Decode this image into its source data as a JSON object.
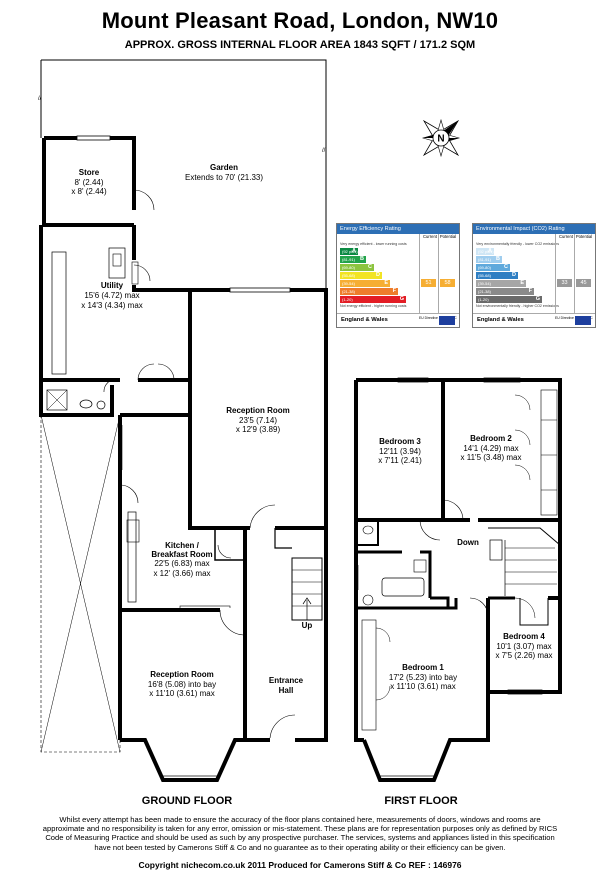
{
  "header": {
    "title": "Mount Pleasant Road, London, NW10",
    "subtitle": "APPROX. GROSS INTERNAL FLOOR AREA 1843 SQFT / 171.2 SQM"
  },
  "rooms": {
    "store": {
      "name": "Store",
      "l1": "8' (2.44)",
      "l2": "x 8' (2.44)"
    },
    "garden": {
      "name": "Garden",
      "l1": "Extends to 70' (21.33)"
    },
    "utility": {
      "name": "Utility",
      "l1": "15'6 (4.72) max",
      "l2": "x 14'3 (4.34) max"
    },
    "reception_rear": {
      "name": "Reception Room",
      "l1": "23'5 (7.14)",
      "l2": "x 12'9 (3.89)"
    },
    "kitchen": {
      "name": "Kitchen /",
      "name2": "Breakfast Room",
      "l1": "22'5 (6.83) max",
      "l2": "x 12' (3.66) max"
    },
    "reception_front": {
      "name": "Reception Room",
      "l1": "16'8 (5.08) into bay",
      "l2": "x 11'10 (3.61) max"
    },
    "entrance": {
      "name": "Entrance",
      "name2": "Hall"
    },
    "up": "Up",
    "bedroom3": {
      "name": "Bedroom 3",
      "l1": "12'11 (3.94)",
      "l2": "x 7'11 (2.41)"
    },
    "bedroom2": {
      "name": "Bedroom 2",
      "l1": "14'1 (4.29) max",
      "l2": "x 11'5 (3.48) max"
    },
    "down": "Down",
    "bedroom1": {
      "name": "Bedroom 1",
      "l1": "17'2 (5.23) into bay",
      "l2": "x 11'10 (3.61) max"
    },
    "bedroom4": {
      "name": "Bedroom 4",
      "l1": "10'1 (3.07) max",
      "l2": "x 7'5 (2.26) max"
    }
  },
  "floors": {
    "ground": "GROUND FLOOR",
    "first": "FIRST FLOOR"
  },
  "compass": {
    "letter": "N"
  },
  "energy": {
    "title": "Energy Efficiency Rating",
    "col_current": "Current",
    "col_potential": "Potential",
    "top_note": "Very energy efficient - lower running costs",
    "bottom_note": "Not energy efficient - higher running costs",
    "bands": [
      {
        "range": "(92 plus)",
        "letter": "A",
        "color": "#0c8a43"
      },
      {
        "range": "(81-91)",
        "letter": "B",
        "color": "#22a34a"
      },
      {
        "range": "(69-80)",
        "letter": "C",
        "color": "#8cc43f"
      },
      {
        "range": "(55-68)",
        "letter": "D",
        "color": "#f2e424"
      },
      {
        "range": "(39-54)",
        "letter": "E",
        "color": "#f6ae33"
      },
      {
        "range": "(21-38)",
        "letter": "F",
        "color": "#ee7d2c"
      },
      {
        "range": "(1-20)",
        "letter": "G",
        "color": "#e31d25"
      }
    ],
    "current": "51",
    "potential": "58",
    "region": "England & Wales",
    "directive": "EU Directive 2002/91/EC",
    "arrow_color": "#f6ae33"
  },
  "environment": {
    "title": "Environmental Impact (CO2) Rating",
    "col_current": "Current",
    "col_potential": "Potential",
    "top_note": "Very environmentally friendly - lower CO2 emissions",
    "bottom_note": "Not environmentally friendly - higher CO2 emissions",
    "bands": [
      {
        "range": "(92 plus)",
        "letter": "A",
        "color": "#cfe6f5"
      },
      {
        "range": "(81-91)",
        "letter": "B",
        "color": "#9fcdee"
      },
      {
        "range": "(69-80)",
        "letter": "C",
        "color": "#5fa9dc"
      },
      {
        "range": "(55-68)",
        "letter": "D",
        "color": "#2f7fc3"
      },
      {
        "range": "(39-54)",
        "letter": "E",
        "color": "#a6a6a6"
      },
      {
        "range": "(21-38)",
        "letter": "F",
        "color": "#8a8a8a"
      },
      {
        "range": "(1-20)",
        "letter": "G",
        "color": "#6a6a6a"
      }
    ],
    "current": "33",
    "potential": "45",
    "region": "England & Wales",
    "directive": "EU Directive 2002/91/EC",
    "arrow_color": "#999999"
  },
  "disclaimer": "Whilst every attempt has been made to ensure the accuracy of the floor plans contained here, measurements of doors, windows and rooms are approximate and no responsibility is taken for any error, omission or mis-statement. These plans are for representation purposes only as defined by RICS Code of Measuring Practice and should be used as such by any prospective purchaser. The services, systems and appliances listed in this specification have not been tested by Camerons Stiff & Co and no guarantee as to their operating ability or their efficiency can be given.",
  "footer": "Copyright nichecom.co.uk 2011    Produced for Camerons Stiff & Co    REF : 146976"
}
